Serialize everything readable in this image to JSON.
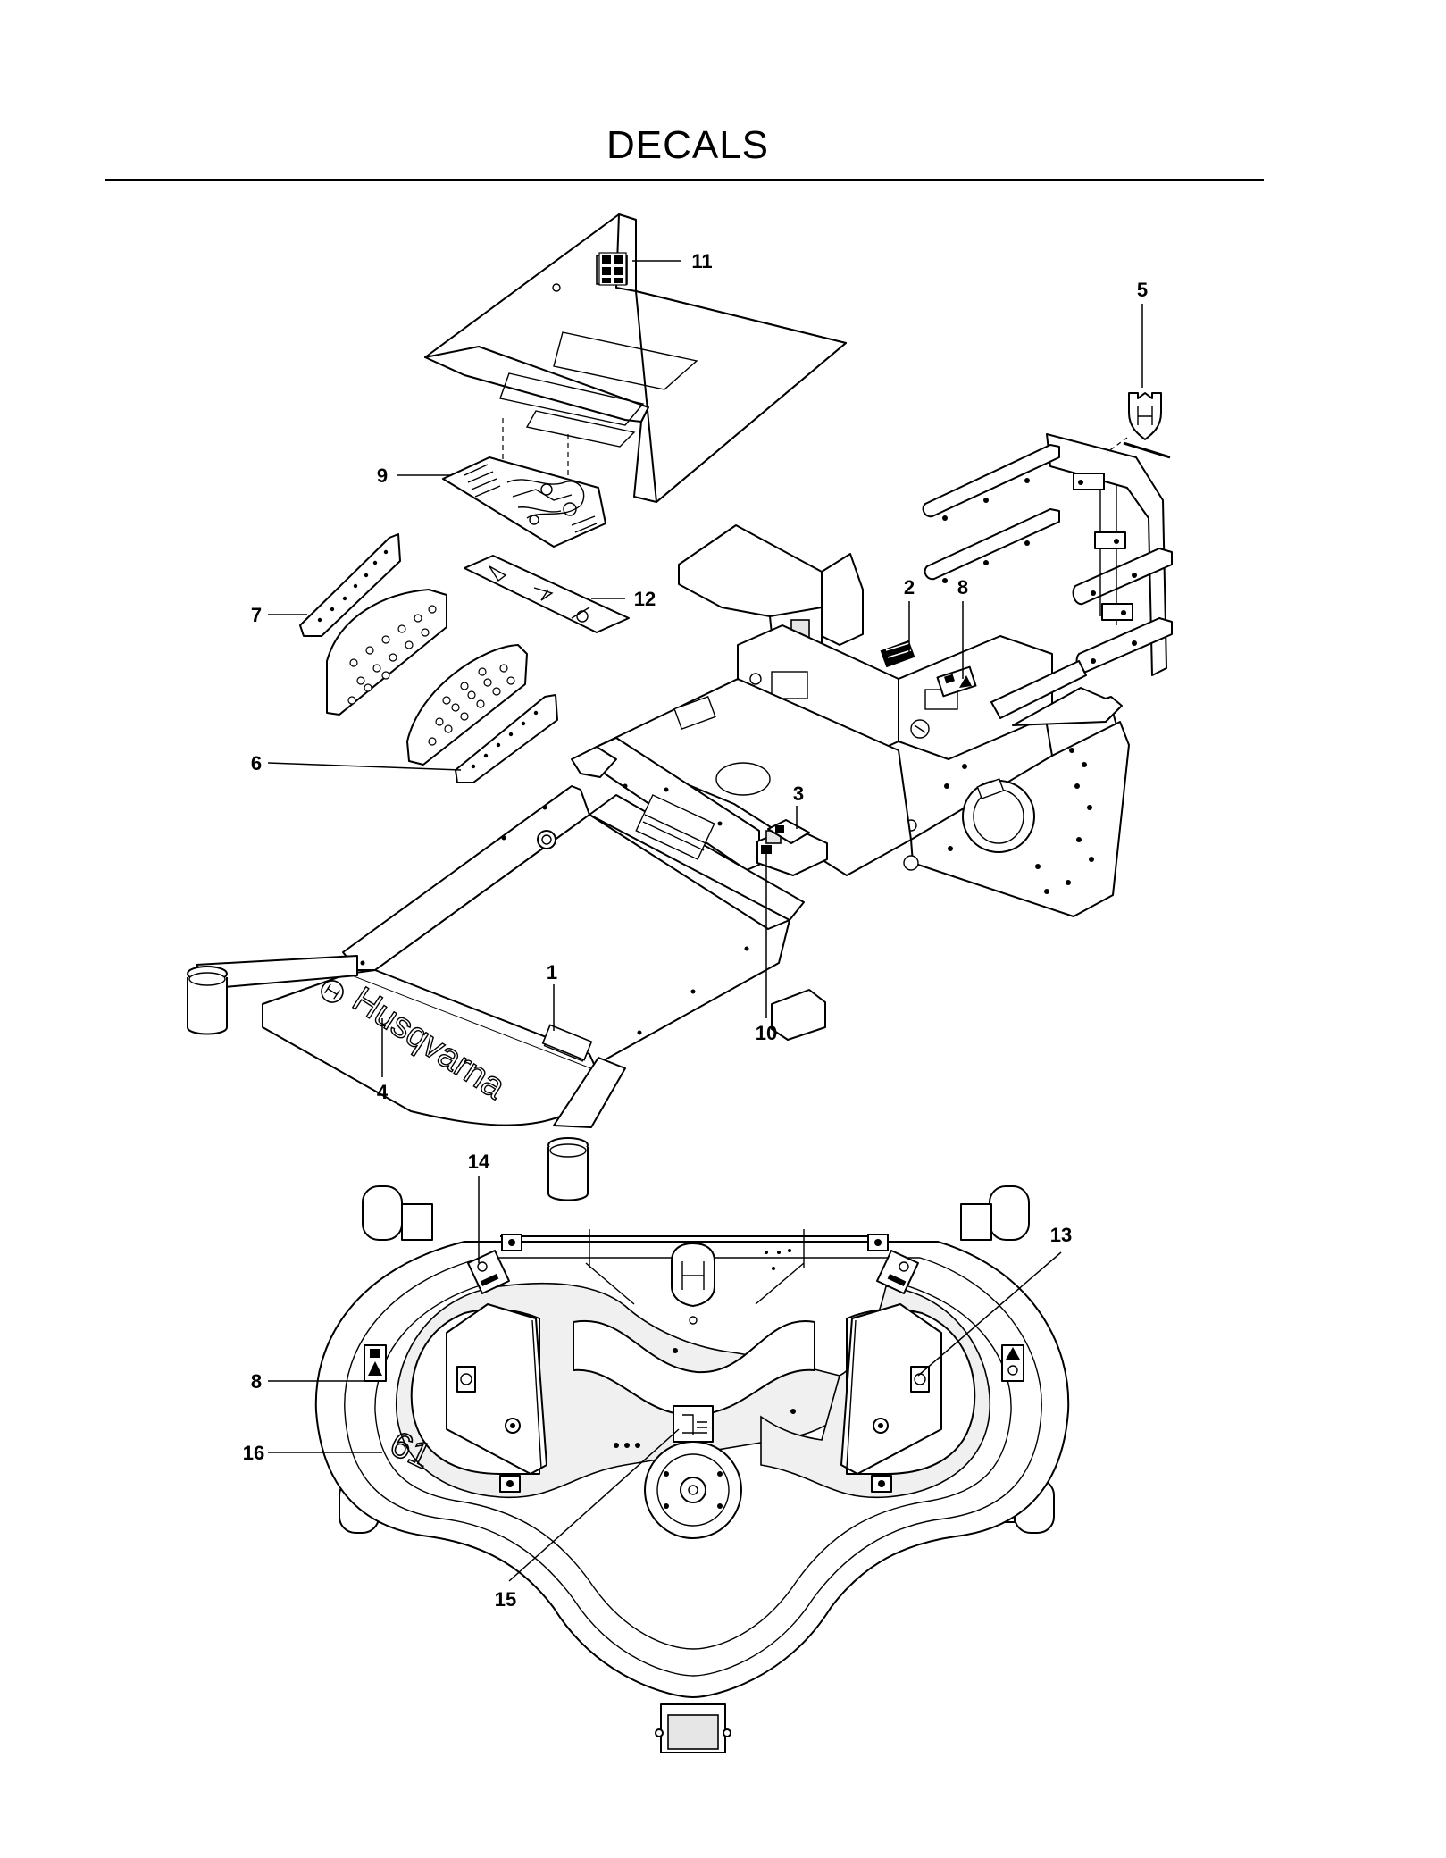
{
  "page": {
    "title": "DECALS"
  },
  "diagram": {
    "brand_text": "Husqvarna",
    "deck_number": "61",
    "callouts": [
      {
        "id": "c1",
        "label": "1"
      },
      {
        "id": "c2",
        "label": "2"
      },
      {
        "id": "c3",
        "label": "3"
      },
      {
        "id": "c4",
        "label": "4"
      },
      {
        "id": "c5",
        "label": "5"
      },
      {
        "id": "c6",
        "label": "6"
      },
      {
        "id": "c7",
        "label": "7"
      },
      {
        "id": "c8a",
        "label": "8"
      },
      {
        "id": "c8b",
        "label": "8"
      },
      {
        "id": "c9",
        "label": "9"
      },
      {
        "id": "c10",
        "label": "10"
      },
      {
        "id": "c11",
        "label": "11"
      },
      {
        "id": "c12",
        "label": "12"
      },
      {
        "id": "c13",
        "label": "13"
      },
      {
        "id": "c14",
        "label": "14"
      },
      {
        "id": "c15",
        "label": "15"
      },
      {
        "id": "c16",
        "label": "16"
      }
    ]
  }
}
